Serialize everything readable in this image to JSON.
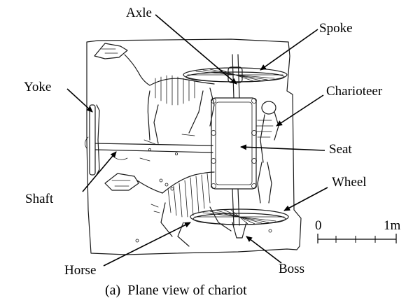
{
  "labels": {
    "axle": "Axle",
    "spoke": "Spoke",
    "yoke": "Yoke",
    "charioteer": "Charioteer",
    "seat": "Seat",
    "shaft": "Shaft",
    "wheel": "Wheel",
    "horse": "Horse",
    "boss": "Boss"
  },
  "scale": {
    "start": "0",
    "end": "1m"
  },
  "caption": "(a)  Plane view of chariot",
  "colors": {
    "ink": "#000000",
    "background": "#ffffff"
  }
}
